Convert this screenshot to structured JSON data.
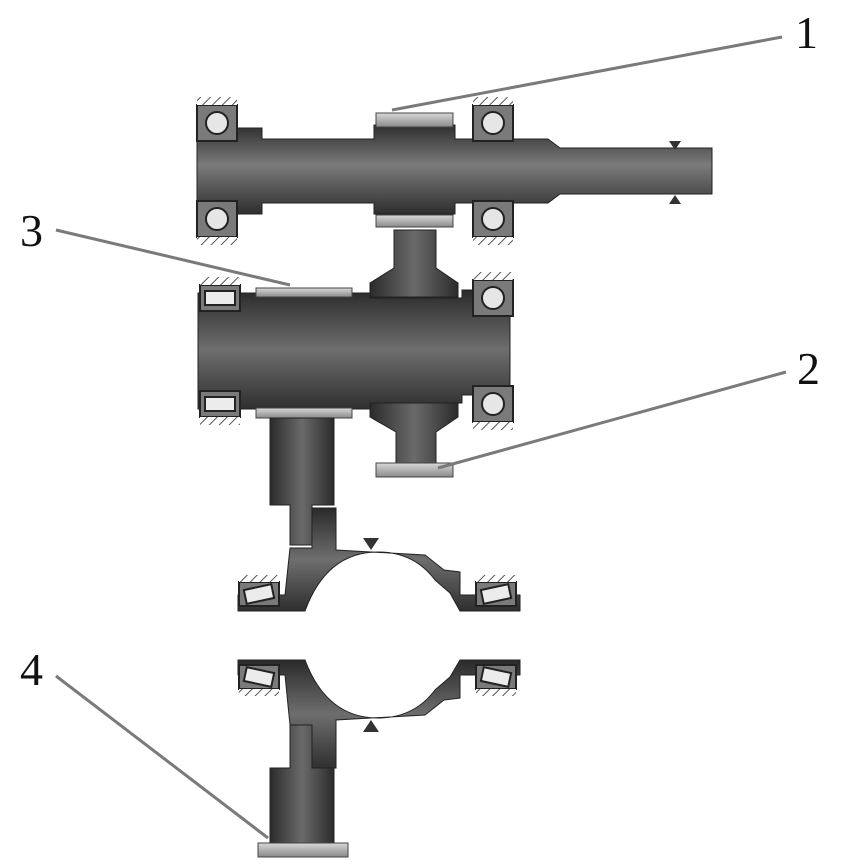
{
  "callouts": [
    {
      "id": "1",
      "label": "1"
    },
    {
      "id": "2",
      "label": "2"
    },
    {
      "id": "3",
      "label": "3"
    },
    {
      "id": "4",
      "label": "4"
    }
  ],
  "colors": {
    "metal_dark": "#3c3c3c",
    "metal_mid": "#6a6a6a",
    "metal_light": "#8c8c8c",
    "pad": "#b8b8b8",
    "housing_hatch": "#555555",
    "leader": "#7a7a7a",
    "text": "#111111"
  }
}
